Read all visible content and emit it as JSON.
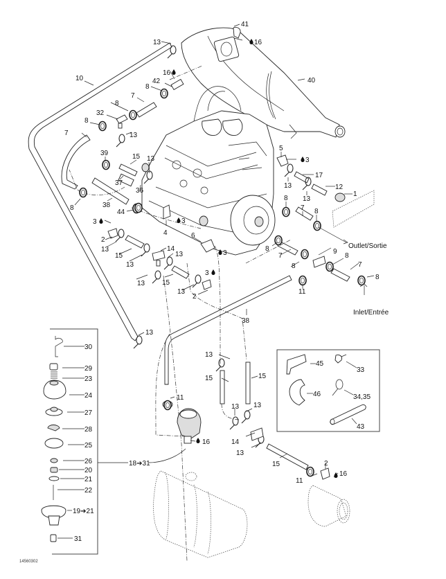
{
  "diagram": {
    "title": "",
    "drawing_code": "14560302",
    "flow_labels": {
      "outlet": "Outlet/Sortie",
      "inlet": "Inlet/Entrée"
    },
    "callouts": [
      {
        "id": "c-41",
        "text": "41"
      },
      {
        "id": "c-16a",
        "text": "16",
        "sealant_icon": true
      },
      {
        "id": "c-13a",
        "text": "13"
      },
      {
        "id": "c-10",
        "text": "10"
      },
      {
        "id": "c-16b",
        "text": "16",
        "sealant_icon": true
      },
      {
        "id": "c-42",
        "text": "42"
      },
      {
        "id": "c-40",
        "text": "40"
      },
      {
        "id": "c-8a",
        "text": "8"
      },
      {
        "id": "c-7a",
        "text": "7"
      },
      {
        "id": "c-8b",
        "text": "8"
      },
      {
        "id": "c-32",
        "text": "32"
      },
      {
        "id": "c-8c",
        "text": "8"
      },
      {
        "id": "c-7b",
        "text": "7"
      },
      {
        "id": "c-13b",
        "text": "13"
      },
      {
        "id": "c-39",
        "text": "39"
      },
      {
        "id": "c-15a",
        "text": "15"
      },
      {
        "id": "c-13c",
        "text": "13"
      },
      {
        "id": "c-37",
        "text": "37"
      },
      {
        "id": "c-36",
        "text": "36"
      },
      {
        "id": "c-8d",
        "text": "8"
      },
      {
        "id": "c-38a",
        "text": "38"
      },
      {
        "id": "c-44",
        "text": "44"
      },
      {
        "id": "c-3a",
        "text": "3",
        "sealant_icon": true
      },
      {
        "id": "c-3b",
        "text": "3",
        "sealant_icon": true
      },
      {
        "id": "c-4",
        "text": "4"
      },
      {
        "id": "c-5",
        "text": "5"
      },
      {
        "id": "c-3c",
        "text": "3",
        "sealant_icon": true
      },
      {
        "id": "c-17",
        "text": "17"
      },
      {
        "id": "c-13d",
        "text": "13"
      },
      {
        "id": "c-12",
        "text": "12"
      },
      {
        "id": "c-13e",
        "text": "13"
      },
      {
        "id": "c-1",
        "text": "1"
      },
      {
        "id": "c-8e",
        "text": "8"
      },
      {
        "id": "c-7c",
        "text": "7"
      },
      {
        "id": "c-8f",
        "text": "8"
      },
      {
        "id": "c-2a",
        "text": "2"
      },
      {
        "id": "c-13f",
        "text": "13"
      },
      {
        "id": "c-15b",
        "text": "15"
      },
      {
        "id": "c-13g",
        "text": "13"
      },
      {
        "id": "c-14a",
        "text": "14"
      },
      {
        "id": "c-13h",
        "text": "13"
      },
      {
        "id": "c-13i",
        "text": "13"
      },
      {
        "id": "c-15c",
        "text": "15"
      },
      {
        "id": "c-6",
        "text": "6"
      },
      {
        "id": "c-3d",
        "text": "3",
        "sealant_icon": true
      },
      {
        "id": "c-3e",
        "text": "3",
        "sealant_icon": true
      },
      {
        "id": "c-13j",
        "text": "13"
      },
      {
        "id": "c-2b",
        "text": "2"
      },
      {
        "id": "c-8g",
        "text": "8"
      },
      {
        "id": "c-7d",
        "text": "7"
      },
      {
        "id": "c-8h",
        "text": "8"
      },
      {
        "id": "c-9",
        "text": "9"
      },
      {
        "id": "c-8i",
        "text": "8"
      },
      {
        "id": "c-7e",
        "text": "7"
      },
      {
        "id": "c-8j",
        "text": "8"
      },
      {
        "id": "c-11a",
        "text": "11"
      },
      {
        "id": "c-38b",
        "text": "38"
      },
      {
        "id": "c-13k",
        "text": "13"
      },
      {
        "id": "c-30",
        "text": "30"
      },
      {
        "id": "c-29",
        "text": "29"
      },
      {
        "id": "c-23",
        "text": "23"
      },
      {
        "id": "c-24",
        "text": "24"
      },
      {
        "id": "c-27",
        "text": "27"
      },
      {
        "id": "c-28",
        "text": "28"
      },
      {
        "id": "c-25",
        "text": "25"
      },
      {
        "id": "c-26",
        "text": "26"
      },
      {
        "id": "c-20",
        "text": "20"
      },
      {
        "id": "c-21",
        "text": "21"
      },
      {
        "id": "c-22",
        "text": "22"
      },
      {
        "id": "c-19-21",
        "text": "19➔21"
      },
      {
        "id": "c-31",
        "text": "31"
      },
      {
        "id": "c-18-31",
        "text": "18➔31"
      },
      {
        "id": "c-11b",
        "text": "11"
      },
      {
        "id": "c-16c",
        "text": "16",
        "sealant_icon": true
      },
      {
        "id": "c-13l",
        "text": "13"
      },
      {
        "id": "c-15d",
        "text": "15"
      },
      {
        "id": "c-15e",
        "text": "15"
      },
      {
        "id": "c-13m",
        "text": "13"
      },
      {
        "id": "c-13n",
        "text": "13"
      },
      {
        "id": "c-14b",
        "text": "14"
      },
      {
        "id": "c-13o",
        "text": "13"
      },
      {
        "id": "c-15f",
        "text": "15"
      },
      {
        "id": "c-2c",
        "text": "2"
      },
      {
        "id": "c-16d",
        "text": "16",
        "sealant_icon": true
      },
      {
        "id": "c-11c",
        "text": "11"
      },
      {
        "id": "c-45",
        "text": "45"
      },
      {
        "id": "c-33",
        "text": "33"
      },
      {
        "id": "c-46",
        "text": "46"
      },
      {
        "id": "c-34-35",
        "text": "34,35"
      },
      {
        "id": "c-43",
        "text": "43"
      }
    ],
    "icons": {
      "sealant": "sealant-drop-icon"
    }
  }
}
